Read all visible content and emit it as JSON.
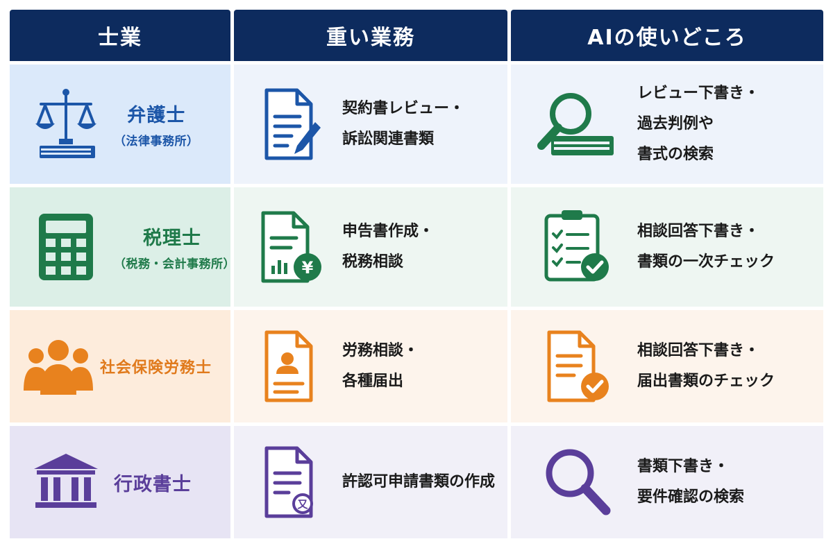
{
  "header": {
    "col1": "士業",
    "col2": "重い業務",
    "col3": "AIの使いどころ"
  },
  "colors": {
    "header_bg": "#0d2b5e",
    "lawyer": "#1c56a8",
    "tax": "#1f7a4a",
    "labor": "#e8821e",
    "admin": "#5a3e9a"
  },
  "rows": [
    {
      "name": "弁護士",
      "sub": "（法律事務所）",
      "task": [
        "契約書レビュー・",
        "訴訟関連書類"
      ],
      "ai": [
        "レビュー下書き・",
        "過去判例や",
        "書式の検索"
      ],
      "icons": [
        "scales-of-justice-icon",
        "document-pen-icon",
        "magnifier-book-icon"
      ]
    },
    {
      "name": "税理士",
      "sub": "（税務・会計事務所）",
      "task": [
        "申告書作成・",
        "税務相談"
      ],
      "ai": [
        "相談回答下書き・",
        "書類の一次チェック"
      ],
      "icons": [
        "calculator-icon",
        "document-yen-icon",
        "checklist-clipboard-icon"
      ],
      "yen": "¥"
    },
    {
      "name": "社会保険労務士",
      "task": [
        "労務相談・",
        "各種届出"
      ],
      "ai": [
        "相談回答下書き・",
        "届出書類のチェック"
      ],
      "icons": [
        "people-group-icon",
        "document-person-icon",
        "document-check-icon"
      ]
    },
    {
      "name": "行政書士",
      "task": [
        "許認可申請書類の作成"
      ],
      "ai": [
        "書類下書き・",
        "要件確認の検索"
      ],
      "icons": [
        "government-building-icon",
        "document-seal-icon",
        "search-icon"
      ],
      "seal": "又"
    }
  ]
}
